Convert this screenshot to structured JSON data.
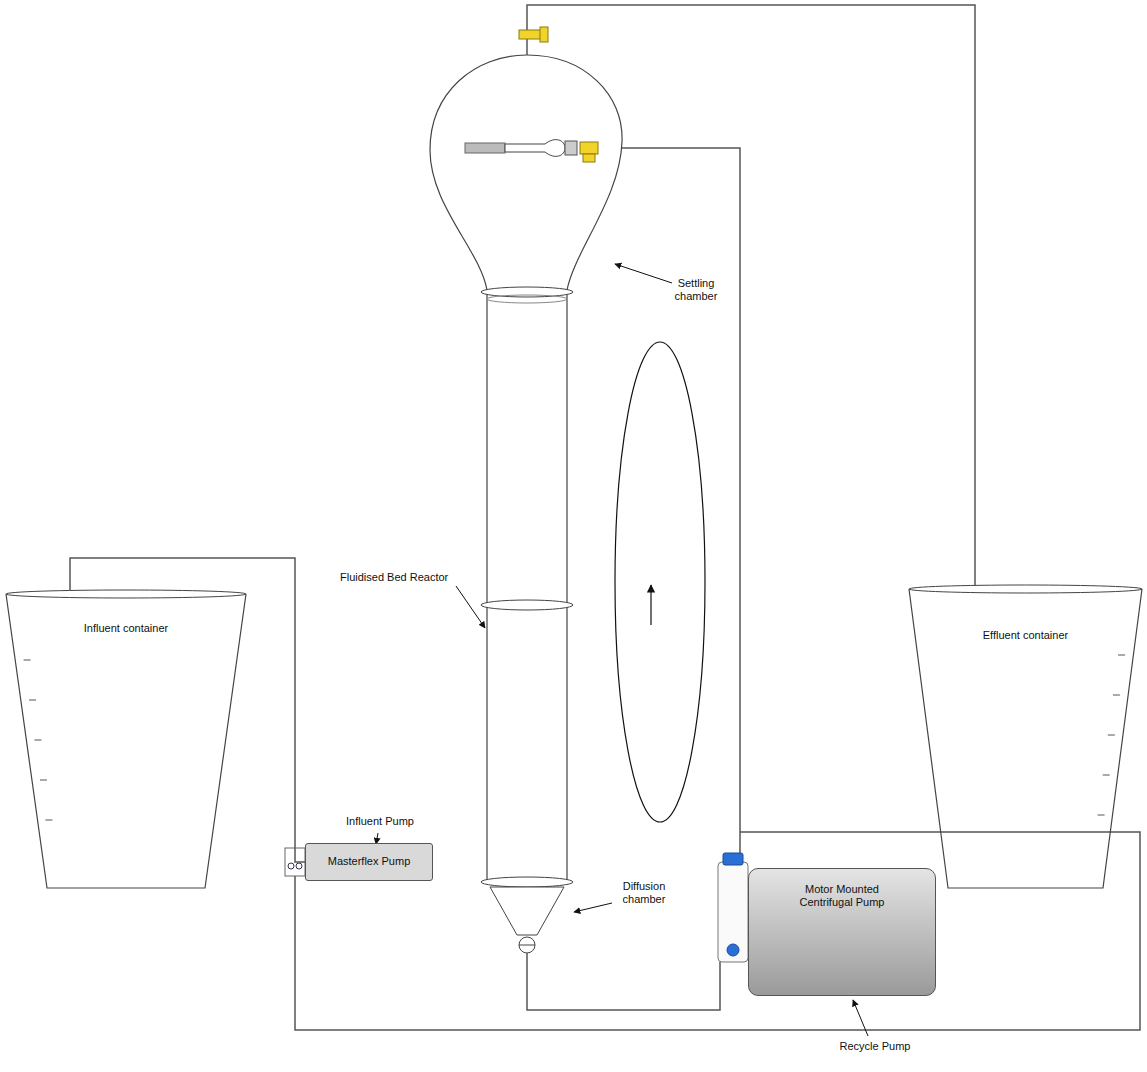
{
  "diagram": {
    "nodes": [
      {
        "text": [
          "Influent container"
        ]
      },
      {
        "text": [
          "Masterflex Pump"
        ]
      },
      {
        "text": [
          "Motor Mounted Centrifugal Pump"
        ]
      },
      {
        "text": [
          "Effluent container"
        ]
      }
    ],
    "edges": [
      {
        "from": 0,
        "to": 1,
        "arrow": "none"
      }
    ],
    "labels": [
      "Settling chamber",
      "Fluidised Bed Reactor",
      "Influent Pump",
      "Diffusion chamber",
      "Recycle Pump"
    ]
  }
}
